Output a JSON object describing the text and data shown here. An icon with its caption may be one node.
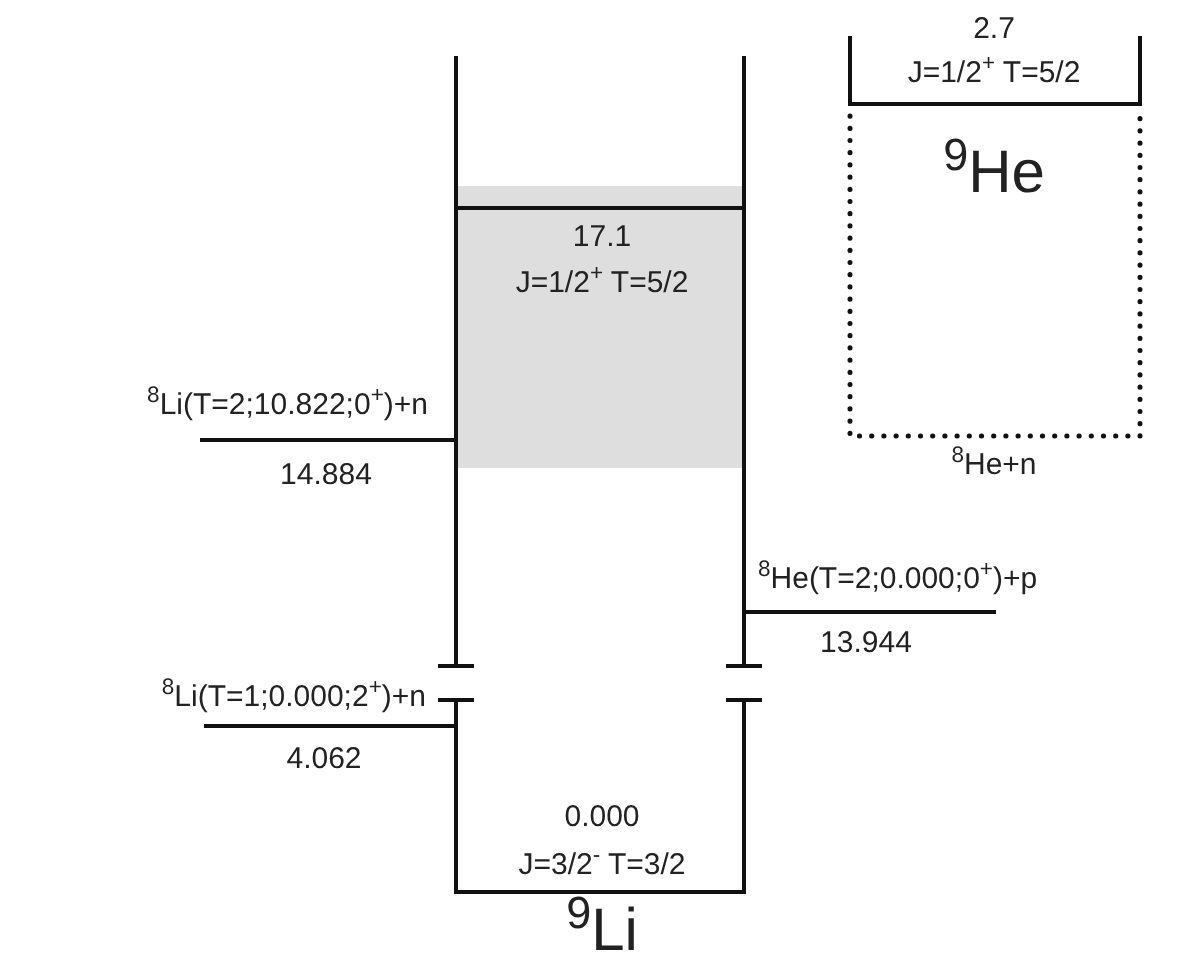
{
  "diagram": {
    "labels": [
      "2.7",
      "J=1/2$^{+}$ T=5/2",
      "$^{9}$He",
      "17.1",
      "J=1/2$^{+}$ T=5/2",
      "$^{8}$Li(T=2;10.822;0$^{+}$)+n",
      "14.884",
      "$^{8}$He+n",
      "$^{8}$He(T=2;0.000;0$^{+}$)+p",
      "13.944",
      "$^{8}$Li(T=1;0.000;2$^{+}$)+n",
      "4.062",
      "0.000",
      "J=3/2$^{-}$ T=3/2",
      "$^{9}$Li"
    ]
  }
}
